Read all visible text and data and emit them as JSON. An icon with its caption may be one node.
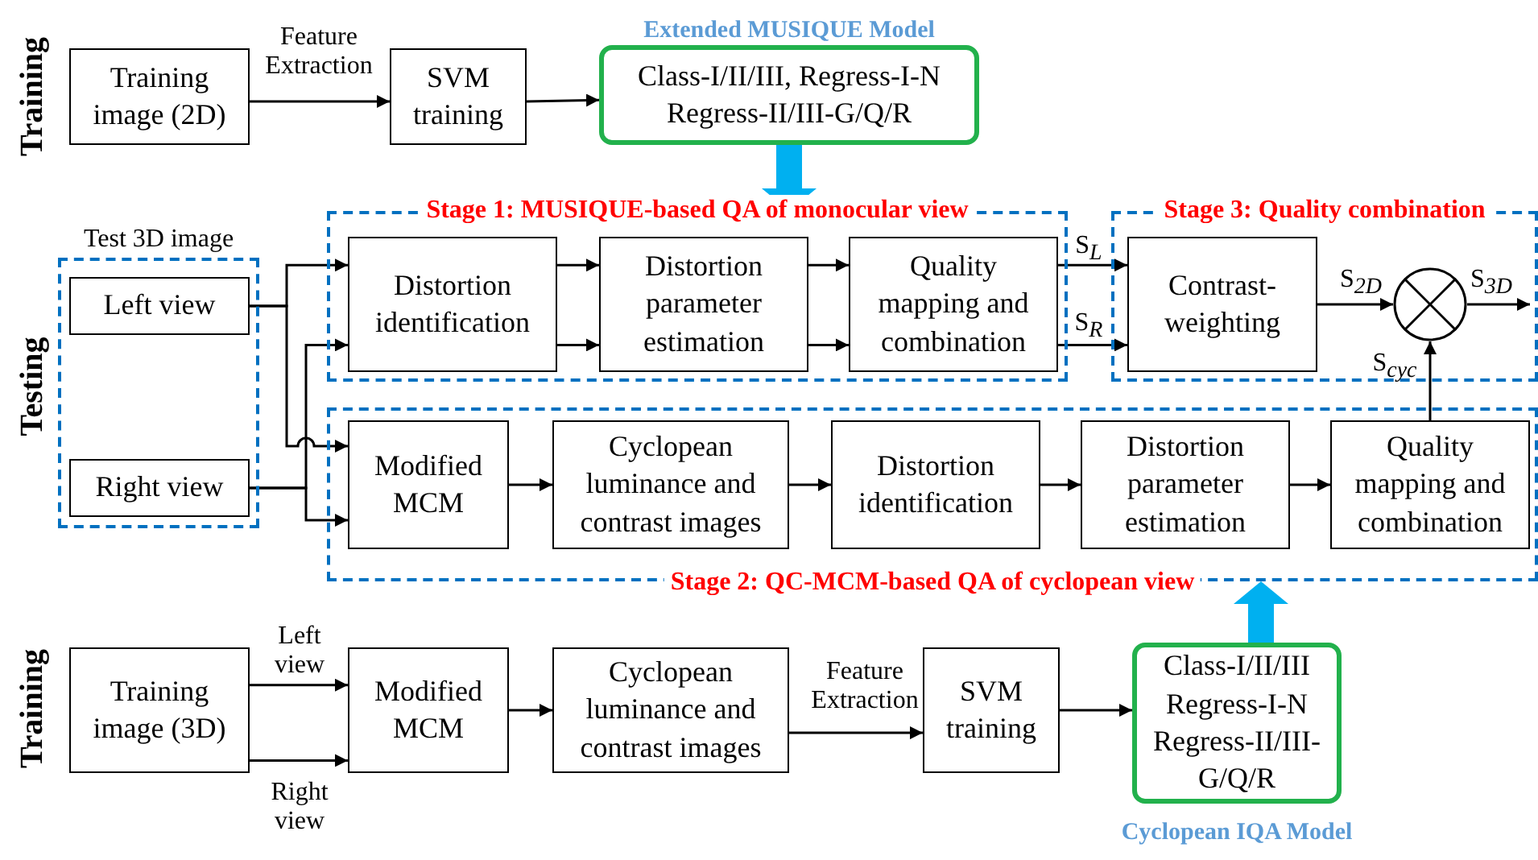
{
  "diagram": {
    "nodes": [
      {
        "text": [
          "Training image (2D)"
        ]
      },
      {
        "text": [
          "SVM training"
        ]
      },
      {
        "text": [
          "Extended MUSIQUE Model",
          "Class-I/II/III, Regress-I-N Regress-II/III-G/Q/R"
        ]
      },
      {
        "text": [
          "Test 3D image"
        ]
      },
      {
        "text": [
          "Left view"
        ],
        "in": 3
      },
      {
        "text": [
          "Right view"
        ],
        "in": 3
      },
      {
        "text": [
          "Stage 1: MUSIQUE-based QA of monocular view"
        ]
      },
      {
        "text": [
          "Distortion identification"
        ],
        "in": 6
      },
      {
        "text": [
          "Distortion parameter estimation"
        ],
        "in": 6
      },
      {
        "text": [
          "Quality mapping and combination"
        ],
        "in": 6
      },
      {
        "text": [
          "Stage 3: Quality combination"
        ]
      },
      {
        "text": [
          "Contrast-weighting"
        ],
        "in": 10
      },
      {
        "text": [],
        "shape": "circle",
        "in": 10
      },
      {
        "text": [
          "Stage 2: QC-MCM-based QA of cyclopean view"
        ]
      },
      {
        "text": [
          "Modified MCM"
        ],
        "in": 13
      },
      {
        "text": [
          "Cyclopean luminance and contrast images"
        ],
        "in": 13
      },
      {
        "text": [
          "Distortion identification"
        ],
        "in": 13
      },
      {
        "text": [
          "Distortion parameter estimation"
        ],
        "in": 13
      },
      {
        "text": [
          "Quality mapping and combination"
        ],
        "in": 13
      },
      {
        "text": [
          "Training image (3D)"
        ]
      },
      {
        "text": [
          "Modified MCM"
        ]
      },
      {
        "text": [
          "Cyclopean luminance and contrast images"
        ]
      },
      {
        "text": [
          "SVM training"
        ]
      },
      {
        "text": [
          "Class-I/II/III Regress-I-N Regress-II/III-G/Q/R",
          "Cyclopean IQA Model"
        ]
      }
    ],
    "edges": [
      {
        "from": 0,
        "to": 1,
        "arrow": "to",
        "label": "Feature Extraction"
      },
      {
        "from": 1,
        "to": 2,
        "arrow": "to"
      },
      {
        "from": 2,
        "to": 6,
        "arrow": "to",
        "style": "thick",
        "color": "#00b0f0"
      },
      {
        "from": 4,
        "to": 7,
        "arrow": "to"
      },
      {
        "from": 4,
        "to": 14,
        "arrow": "to"
      },
      {
        "from": 5,
        "to": 7,
        "arrow": "to"
      },
      {
        "from": 5,
        "to": 14,
        "arrow": "to"
      },
      {
        "from": 7,
        "to": 8,
        "arrow": "to"
      },
      {
        "from": 7,
        "to": 8,
        "arrow": "to"
      },
      {
        "from": 8,
        "to": 9,
        "arrow": "to"
      },
      {
        "from": 8,
        "to": 9,
        "arrow": "to"
      },
      {
        "from": 9,
        "to": 11,
        "arrow": "to",
        "label": "S$_{L}$"
      },
      {
        "from": 9,
        "to": 11,
        "arrow": "to",
        "label": "S$_{R}$"
      },
      {
        "from": 11,
        "to": 12,
        "arrow": "to",
        "label": "S$_{2D}$"
      },
      {
        "from": 12,
        "to": null,
        "arrow": "to",
        "label": "S$_{3D}$"
      },
      {
        "from": 18,
        "to": 12,
        "arrow": "to",
        "label": "S$_{cyc}$"
      },
      {
        "from": 14,
        "to": 15,
        "arrow": "to"
      },
      {
        "from": 15,
        "to": 16,
        "arrow": "to"
      },
      {
        "from": 16,
        "to": 17,
        "arrow": "to"
      },
      {
        "from": 17,
        "to": 18,
        "arrow": "to"
      },
      {
        "from": 19,
        "to": 20,
        "arrow": "to",
        "label": "Left view"
      },
      {
        "from": 19,
        "to": 20,
        "arrow": "to",
        "label": "Right view"
      },
      {
        "from": 20,
        "to": 21,
        "arrow": "to"
      },
      {
        "from": 21,
        "to": 22,
        "arrow": "to",
        "label": "Feature Extraction"
      },
      {
        "from": 22,
        "to": 23,
        "arrow": "to"
      },
      {
        "from": 23,
        "to": 13,
        "arrow": "to",
        "style": "thick",
        "color": "#00b0f0"
      }
    ],
    "labels": [
      "Training",
      "Testing",
      "Training"
    ]
  }
}
